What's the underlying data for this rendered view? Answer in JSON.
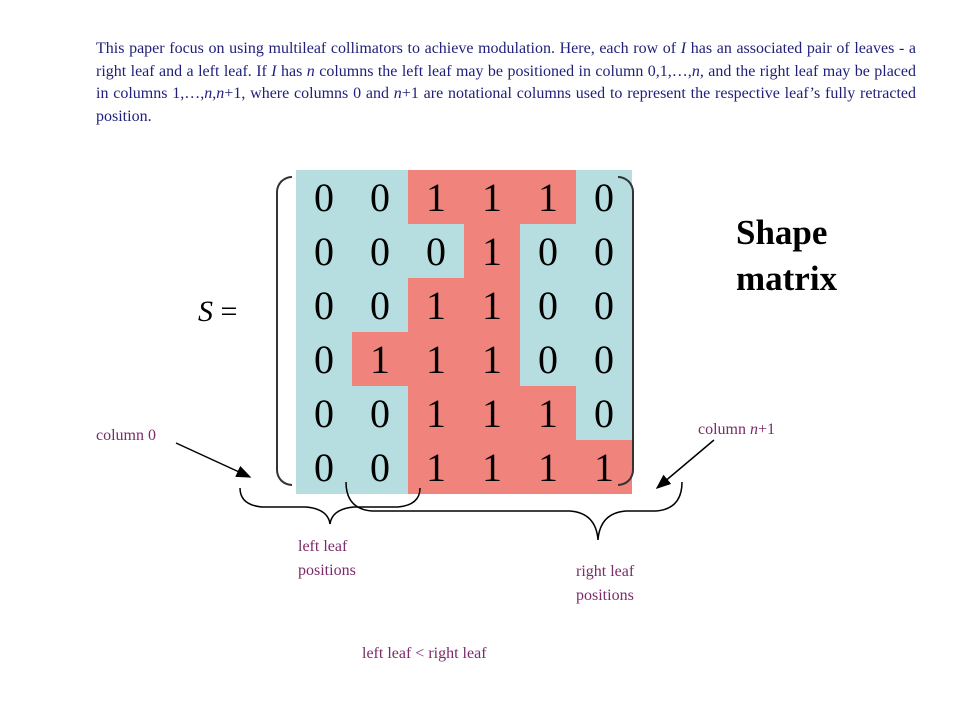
{
  "intro_text": "This paper focus on using multileaf collimators to achieve modulation. Here, each row of I has an associated pair of leaves - a right leaf and a left leaf. If I has n columns the left leaf may be positioned in column 0,1,…,n, and the right leaf may be placed in columns 1,…,n,n+1, where columns 0 and n+1 are notational columns used to represent the respective leaf’s fully retracted position.",
  "matrix_label": "S",
  "equals_sign": "=",
  "matrix_title_line1": "Shape",
  "matrix_title_line2": "matrix",
  "matrix": [
    [
      0,
      0,
      1,
      1,
      1,
      0
    ],
    [
      0,
      0,
      0,
      1,
      0,
      0
    ],
    [
      0,
      0,
      1,
      1,
      0,
      0
    ],
    [
      0,
      1,
      1,
      1,
      0,
      0
    ],
    [
      0,
      0,
      1,
      1,
      1,
      0
    ],
    [
      0,
      0,
      1,
      1,
      1,
      1
    ]
  ],
  "colors": {
    "zero_cell": "#b6dde0",
    "one_cell": "#f0837b",
    "annotation_text": "#7b2a6a",
    "intro_text": "#1f1f7a"
  },
  "labels": {
    "column0": "column 0",
    "column_n1": "column n+1",
    "left_leaf_line1": "left leaf",
    "left_leaf_line2": "positions",
    "right_leaf_line1": "right leaf",
    "right_leaf_line2": "positions",
    "comparison": "left leaf < right leaf"
  }
}
